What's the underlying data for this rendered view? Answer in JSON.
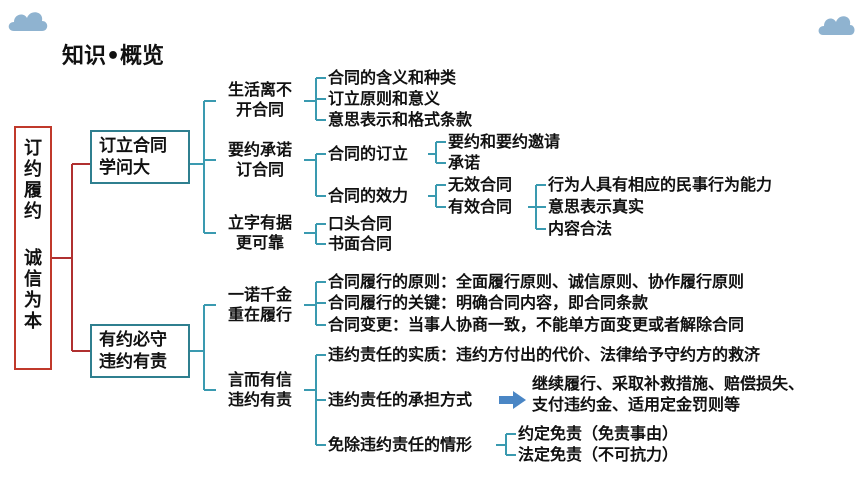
{
  "title": "知识•概览",
  "root": {
    "line1": "订约履约",
    "line2": "诚信为本"
  },
  "level1": [
    {
      "line1": "订立合同",
      "line2": "学问大"
    },
    {
      "line1": "有约必守",
      "line2": "违约有责"
    }
  ],
  "level2": [
    {
      "line1": "生活离不",
      "line2": "开合同"
    },
    {
      "line1": "要约承诺",
      "line2": "订合同"
    },
    {
      "line1": "立字有据",
      "line2": "更可靠"
    },
    {
      "line1": "一诺千金",
      "line2": "重在履行"
    },
    {
      "line1": "言而有信",
      "line2": "违约有责"
    }
  ],
  "leaves": {
    "g1": [
      "合同的含义和种类",
      "订立原则和意义",
      "意思表示和格式条款"
    ],
    "g2_a": "合同的订立",
    "g2_a_children": [
      "要约和要约邀请",
      "承诺"
    ],
    "g2_b": "合同的效力",
    "g2_b_children": [
      "无效合同",
      "有效合同"
    ],
    "g2_valid_children": [
      "行为人具有相应的民事行为能力",
      "意思表示真实",
      "内容合法"
    ],
    "g3": [
      "口头合同",
      "书面合同"
    ],
    "g4": [
      "合同履行的原则：全面履行原则、诚信原则、协作履行原则",
      "合同履行的关键：明确合同内容，即合同条款",
      "合同变更：当事人协商一致，不能单方面变更或者解除合同"
    ],
    "g5_a": "违约责任的实质：违约方付出的代价、法律给予守约方的救济",
    "g5_b": "违约责任的承担方式",
    "g5_b_detail": [
      "继续履行、采取补救措施、赔偿损失、",
      "支付违约金、适用定金罚则等"
    ],
    "g5_c": "免除违约责任的情形",
    "g5_c_children": [
      "约定免责（免责事由）",
      "法定免责（不可抗力）"
    ]
  },
  "colors": {
    "root_border": "#c0392b",
    "level1_border": "#2f7f8f",
    "line": "#3a9ab0",
    "root_line": "#b03030",
    "arrow": "#4a86c5",
    "cloud": "#8fb3d0"
  },
  "icons": [
    "cloud-icon",
    "cloud-icon",
    "right-arrow-icon"
  ]
}
